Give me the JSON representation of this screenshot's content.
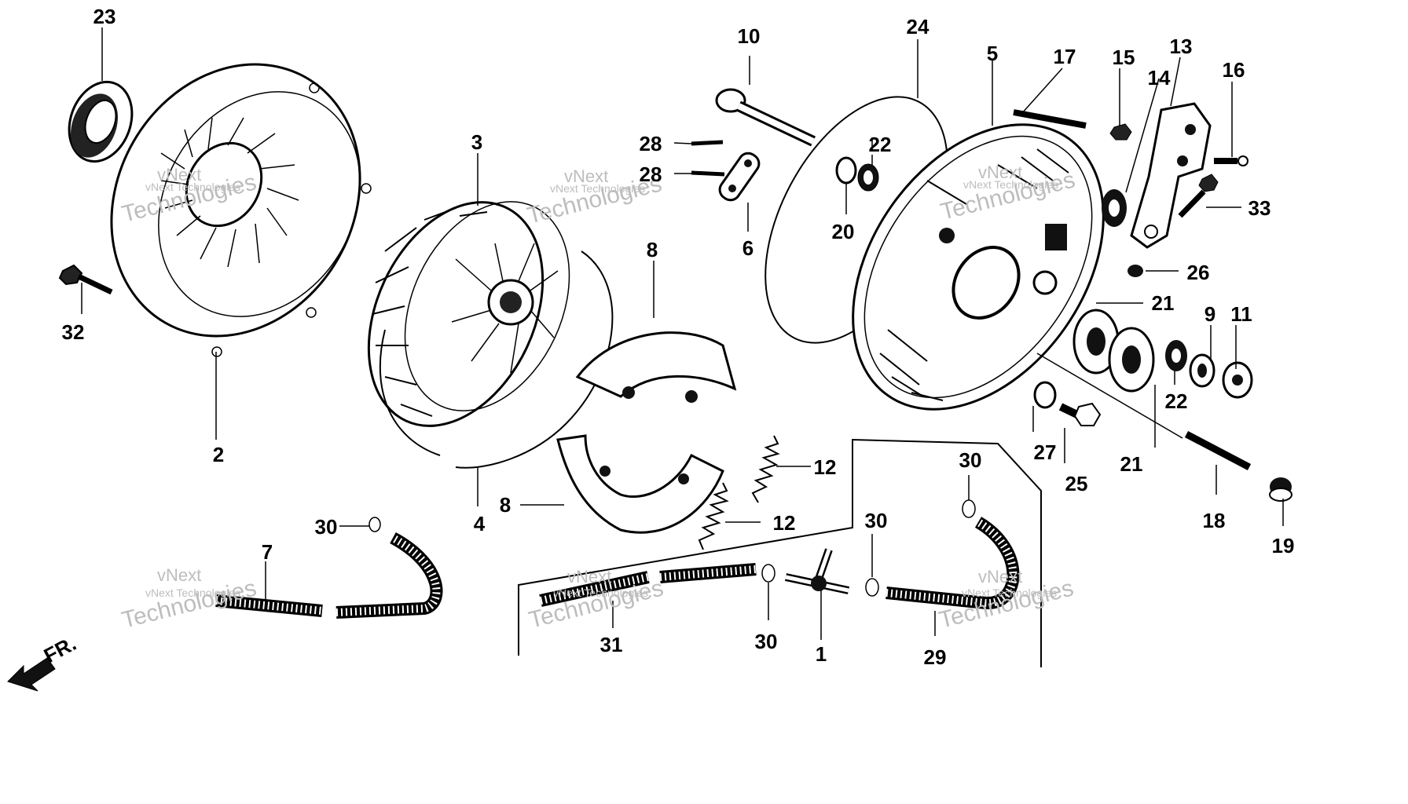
{
  "watermark": {
    "line1": "vNext",
    "line2": "vNext Technologies",
    "line3": "Technologies"
  },
  "direction_label": "FR.",
  "callouts": {
    "p1": "1",
    "p2": "2",
    "p3": "3",
    "p4": "4",
    "p5": "5",
    "p6": "6",
    "p7": "7",
    "p8a": "8",
    "p8b": "8",
    "p9": "9",
    "p10": "10",
    "p11": "11",
    "p12a": "12",
    "p12b": "12",
    "p13": "13",
    "p14": "14",
    "p15": "15",
    "p16": "16",
    "p17": "17",
    "p18": "18",
    "p19": "19",
    "p20": "20",
    "p21a": "21",
    "p21b": "21",
    "p22a": "22",
    "p22b": "22",
    "p23": "23",
    "p24": "24",
    "p25": "25",
    "p26": "26",
    "p27": "27",
    "p28a": "28",
    "p28b": "28",
    "p29": "29",
    "p30a": "30",
    "p30b": "30",
    "p30c": "30",
    "p30d": "30",
    "p31": "31",
    "p32": "32",
    "p33": "33"
  }
}
